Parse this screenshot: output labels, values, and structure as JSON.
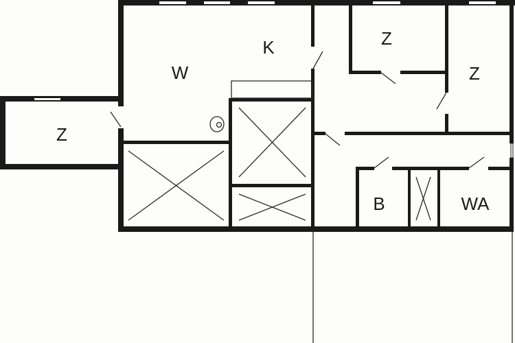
{
  "floorplan": {
    "rooms": {
      "living": "W",
      "kitchen": "K",
      "bedroom_left": "Z",
      "bedroom_top": "Z",
      "bedroom_right": "Z",
      "bathroom": "B",
      "toilet": "WA"
    },
    "colors": {
      "wall": "#1a1a1a",
      "background": "#fdfdfc"
    }
  }
}
